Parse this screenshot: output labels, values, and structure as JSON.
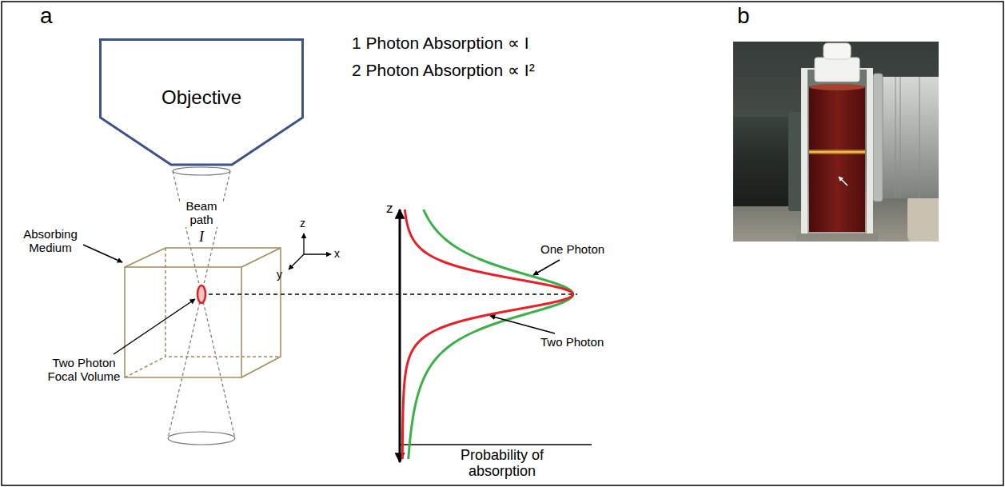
{
  "diagram": {
    "nodes": [
      {
        "text": [
          "Objective"
        ]
      }
    ],
    "labels": [
      "a",
      "1 Photon Absorption ∝ I",
      "2 Photon Absorption ∝ I²",
      "Beam path",
      "I",
      "z",
      "x",
      "y",
      "Absorbing Medium",
      "Two Photon Focal Volume",
      "z",
      "One Photon",
      "Two Photon",
      "Probability of absorption",
      "b"
    ]
  }
}
